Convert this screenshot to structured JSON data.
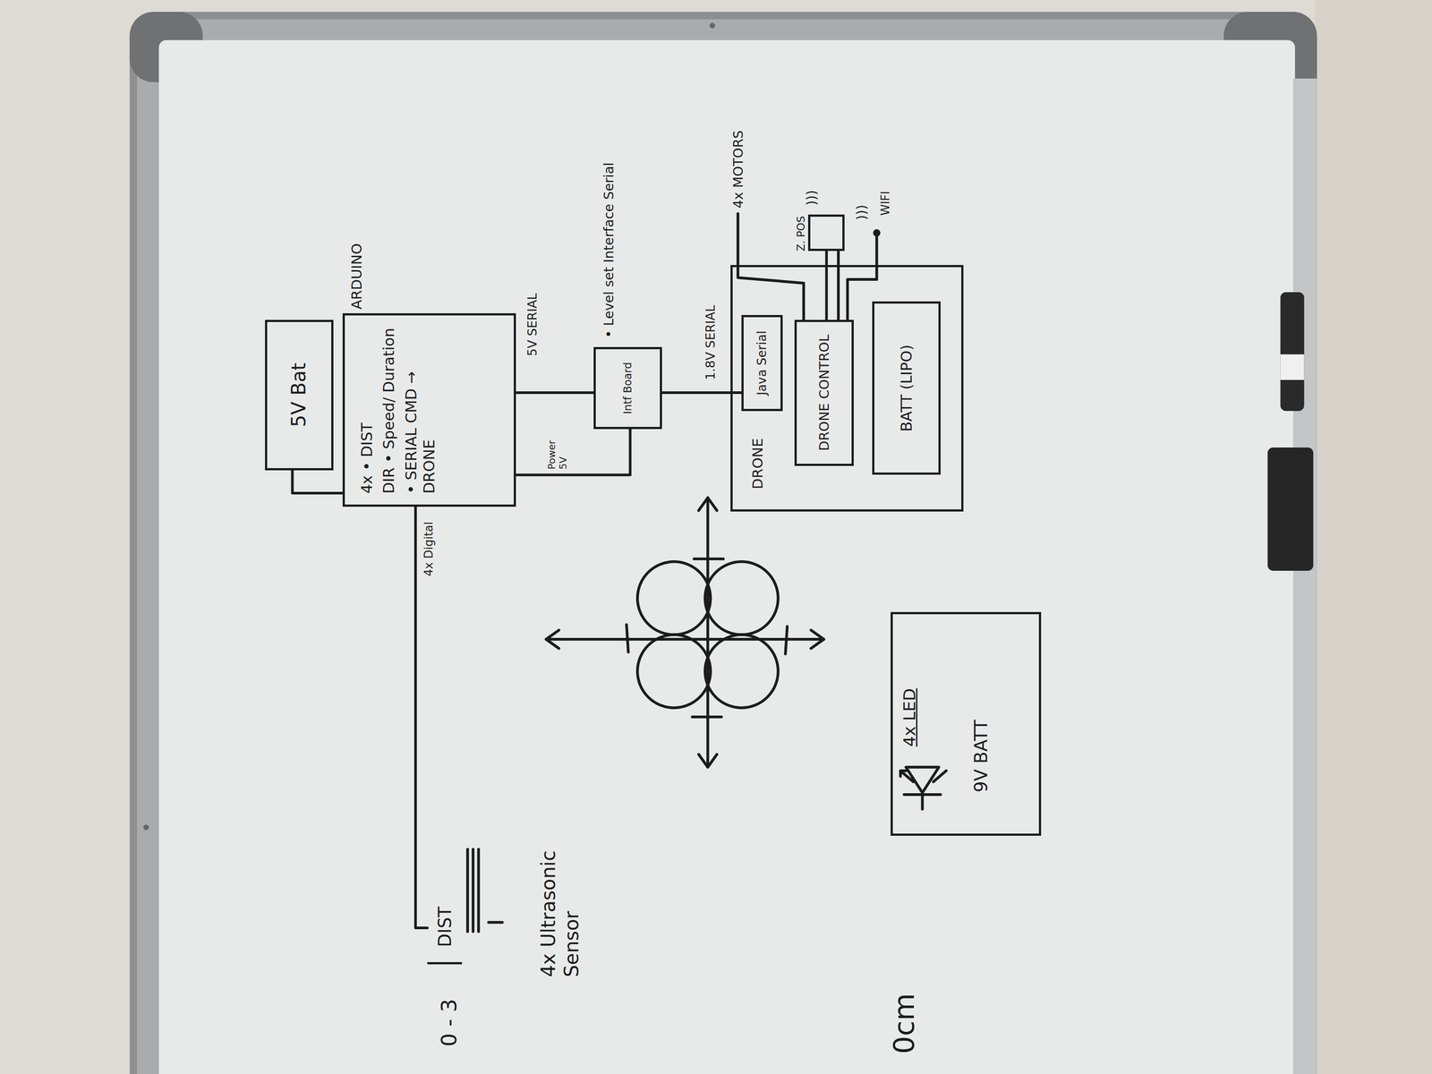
{
  "diagram": {
    "nodes": [
      {
        "text": [
          "5V Bat"
        ]
      },
      {
        "text": [
          "ARDUINO",
          "4x • DIST",
          "DIR • Speed/ Duration",
          "• SERIAL CMD → DRONE"
        ]
      },
      {
        "text": [
          "DIST"
        ]
      },
      {
        "text": [
          "Intf Board"
        ]
      },
      {
        "text": [
          "DRONE"
        ]
      },
      {
        "text": [
          "Java Serial"
        ],
        "in": 4
      },
      {
        "text": [
          "DRONE CONTROL"
        ],
        "in": 4
      },
      {
        "text": [
          "BATT (LIPO)"
        ],
        "in": 4
      },
      {
        "text": [
          "Z. POS"
        ]
      },
      {
        "text": [
          "4x LED",
          "9V BATT"
        ]
      }
    ],
    "edges": [
      {
        "from": 0,
        "to": 1,
        "arrow": "none"
      },
      {
        "from": 1,
        "to": 2,
        "label": "4x Digital",
        "arrow": "none"
      },
      {
        "from": 1,
        "to": 3,
        "label": "5V SERIAL",
        "arrow": "none"
      },
      {
        "from": 1,
        "to": 3,
        "label": "Power 5V",
        "arrow": "none"
      },
      {
        "from": 3,
        "to": 5,
        "label": "1.8V SERIAL",
        "arrow": "none"
      },
      {
        "from": 6,
        "to": 8,
        "arrow": "none"
      }
    ],
    "labels": [
      "4x Ultrasonic Sensor",
      "0 - 3",
      "• Level set Interface Serial",
      "4x MOTORS",
      ")))",
      ")))",
      "WIFI",
      "0cm"
    ]
  }
}
